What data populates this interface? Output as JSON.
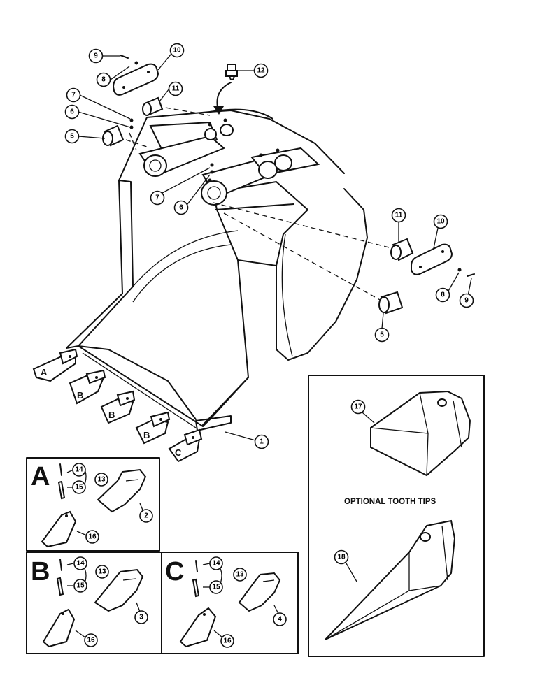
{
  "insets": {
    "A": {
      "letter": "A"
    },
    "B": {
      "letter": "B"
    },
    "C": {
      "letter": "C"
    }
  },
  "tooth_labels": [
    "A",
    "B",
    "B",
    "B",
    "C"
  ],
  "optional_panel": {
    "title": "OPTIONAL TOOTH TIPS"
  },
  "callouts": {
    "c1": "1",
    "c2": "2",
    "c3": "3",
    "c4": "4",
    "c5a": "5",
    "c5b": "5",
    "c6a": "6",
    "c6b": "6",
    "c7a": "7",
    "c7b": "7",
    "c8a": "8",
    "c8b": "8",
    "c9a": "9",
    "c9b": "9",
    "c10a": "10",
    "c10b": "10",
    "c11a": "11",
    "c11b": "11",
    "c12": "12",
    "cA13": "13",
    "cA14": "14",
    "cA15": "15",
    "cA16": "16",
    "cB13": "13",
    "cB14": "14",
    "cB15": "15",
    "cB16": "16",
    "cC13": "13",
    "cC14": "14",
    "cC15": "15",
    "cC16": "16",
    "c17": "17",
    "c18": "18"
  }
}
